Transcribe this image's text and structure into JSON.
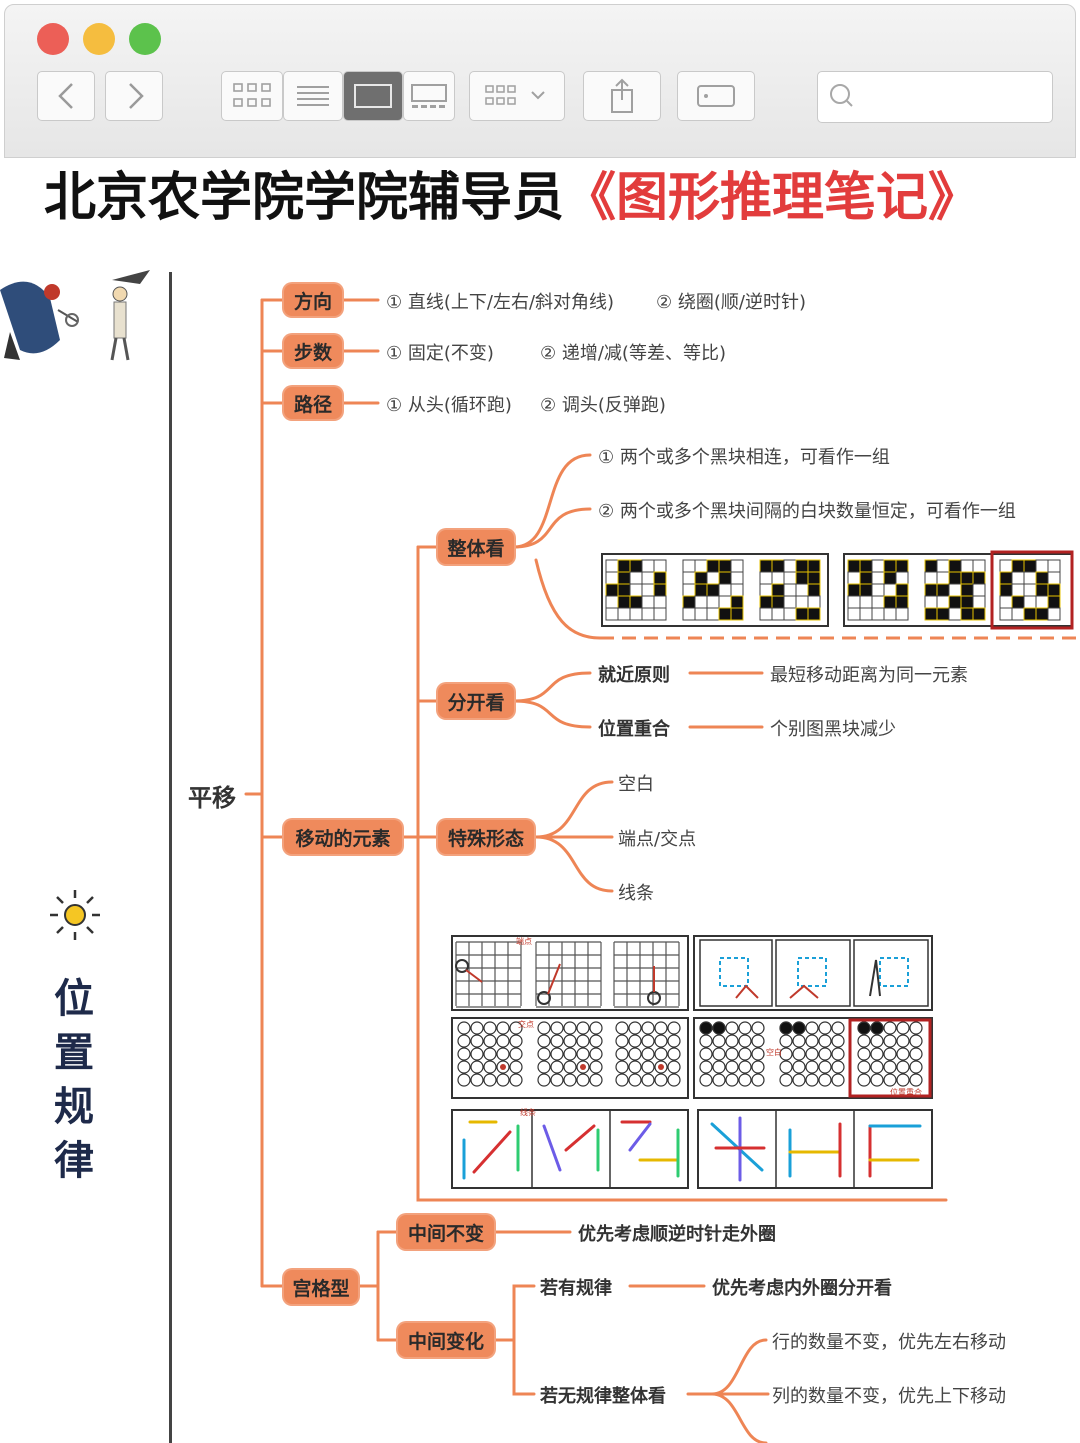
{
  "window": {
    "traffic_lights": {
      "close": "#ec5f57",
      "minimize": "#f5bd3f",
      "zoom": "#5cc24c"
    },
    "toolbar": {
      "back_icon": "chevron-left-icon",
      "forward_icon": "chevron-right-icon",
      "search_placeholder": ""
    }
  },
  "header": {
    "title_main": "北京农学院学院辅导员",
    "title_book": "《图形推理笔记》"
  },
  "sidebar": {
    "chars": [
      "位",
      "置",
      "规",
      "律"
    ]
  },
  "colors": {
    "accent": "#ef8a5c",
    "red": "#e23c3c",
    "line": "#ee8555"
  },
  "mindmap": {
    "root": "平移",
    "branches": [
      {
        "label": "方向",
        "items": [
          "① 直线(上下/左右/斜对角线)",
          "② 绕圈(顺/逆时针)"
        ]
      },
      {
        "label": "步数",
        "items": [
          "① 固定(不变)",
          "② 递增/减(等差、等比)"
        ]
      },
      {
        "label": "路径",
        "items": [
          "① 从头(循环跑)",
          "② 调头(反弹跑)"
        ]
      }
    ],
    "elements": {
      "label": "移动的元素",
      "overall": {
        "label": "整体看",
        "items": [
          "① 两个或多个黑块相连，可看作一组",
          "② 两个或多个黑块间隔的白块数量恒定，可看作一组"
        ]
      },
      "separate": {
        "label": "分开看",
        "items": [
          {
            "key": "就近原则",
            "value": "最短移动距离为同一元素"
          },
          {
            "key": "位置重合",
            "value": "个别图黑块减少"
          }
        ]
      },
      "special": {
        "label": "特殊形态",
        "items": [
          "空白",
          "端点/交点",
          "线条"
        ]
      },
      "figure_labels": [
        "端点",
        "交点",
        "空白",
        "位置重合",
        "线条"
      ]
    },
    "grid": {
      "label": "宫格型",
      "middle_same": {
        "label": "中间不变",
        "text": "优先考虑顺逆时针走外圈"
      },
      "middle_change": {
        "label": "中间变化",
        "regular": {
          "key": "若有规律",
          "text": "优先考虑内外圈分开看"
        },
        "irregular": {
          "key": "若无规律整体看",
          "items": [
            "行的数量不变，优先左右移动",
            "列的数量不变，优先上下移动"
          ]
        }
      }
    }
  }
}
